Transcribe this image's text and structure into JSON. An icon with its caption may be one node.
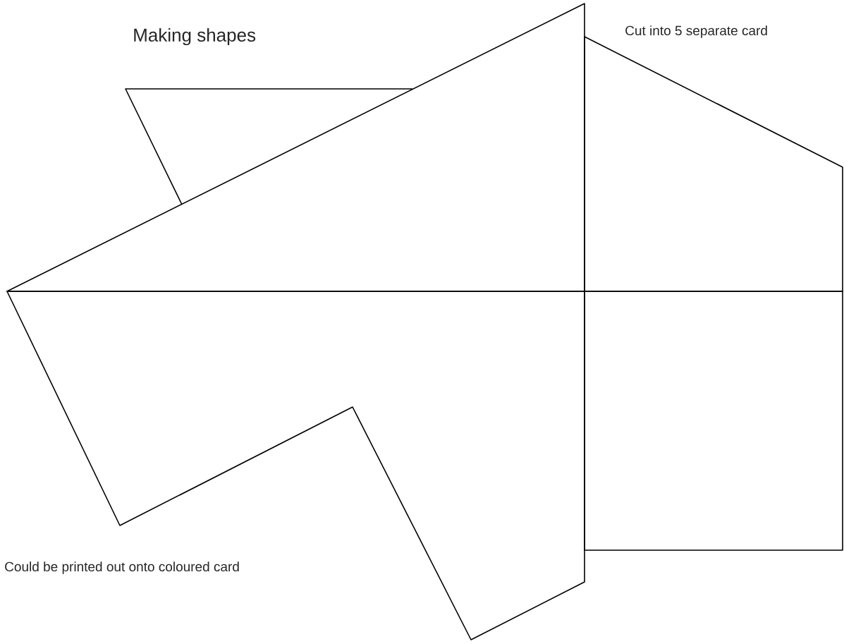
{
  "diagram": {
    "title": "Making shapes",
    "labels": [
      "Cut into 5 separate card",
      "Could be printed out onto coloured card"
    ]
  }
}
